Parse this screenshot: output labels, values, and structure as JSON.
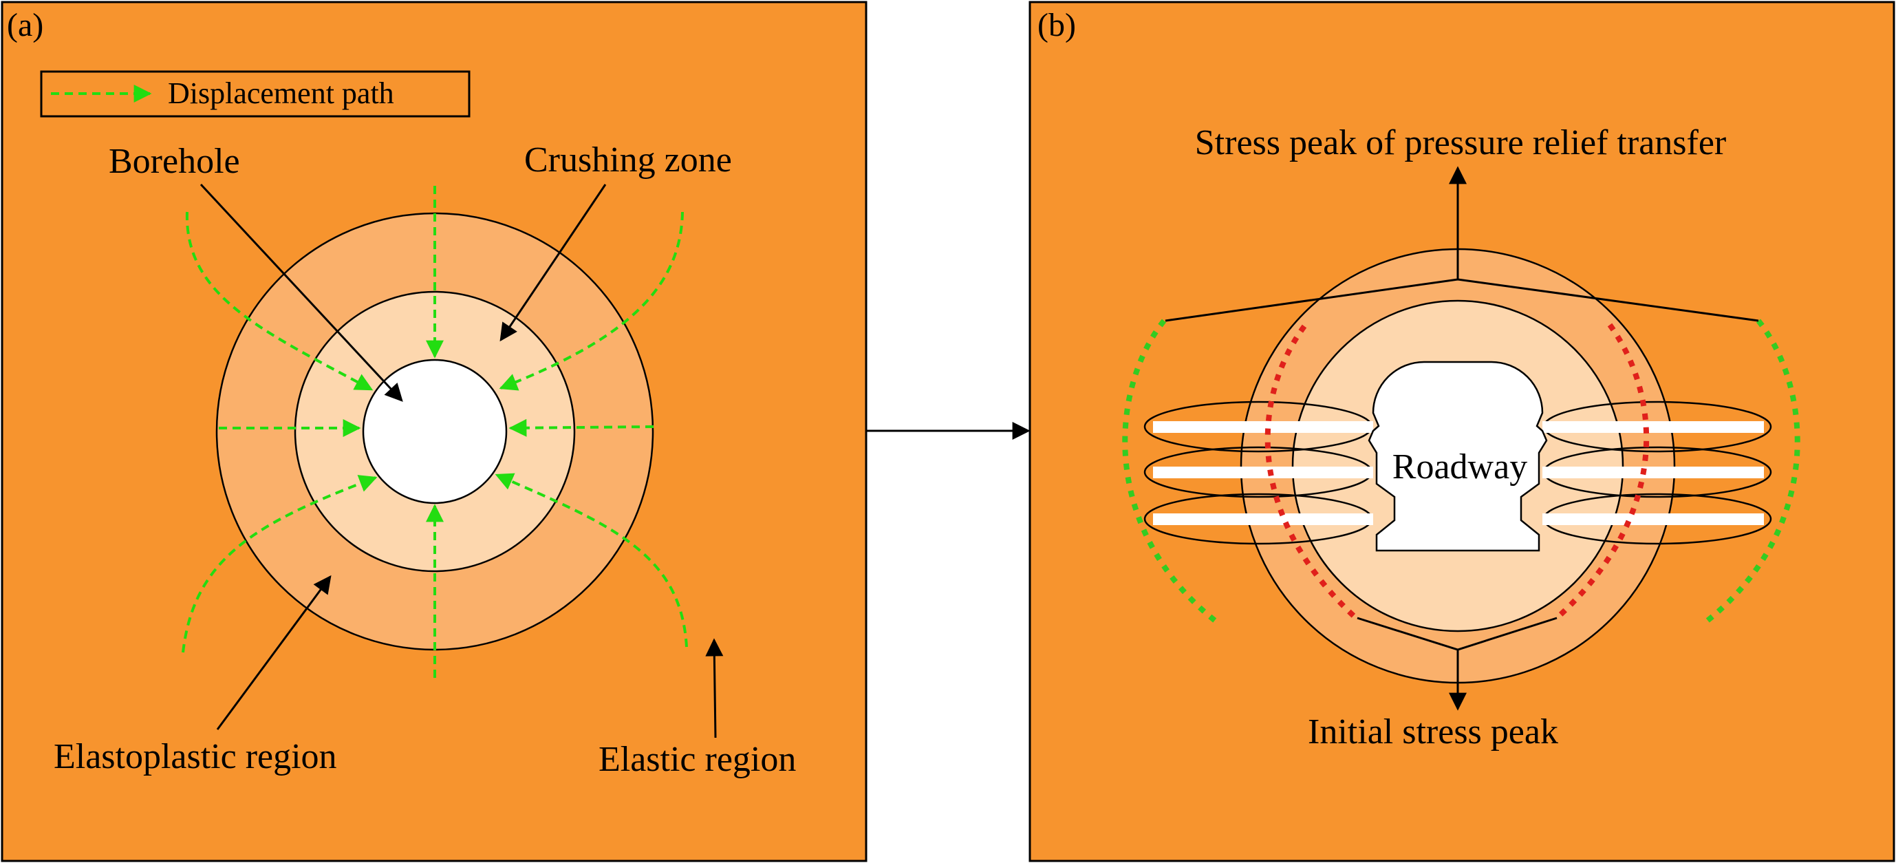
{
  "colors": {
    "background": "#F7942E",
    "elastoplastic": "#FAB06B",
    "crushing": "#FDD7AE",
    "opening": "#FFFFFF",
    "displacement_path": "#22DD11",
    "initial_peak_path": "#E0201B",
    "transfer_peak_path": "#33CC22",
    "line": "#000000"
  },
  "panel_a": {
    "tag": "(a)",
    "legend": {
      "label": "Displacement path",
      "icon": "dashed-green-arrow"
    },
    "labels": {
      "borehole": "Borehole",
      "crushing_zone": "Crushing zone",
      "elastoplastic_region": "Elastoplastic region",
      "elastic_region": "Elastic region"
    }
  },
  "panel_b": {
    "tag": "(b)",
    "labels": {
      "transfer_peak": "Stress peak of pressure relief transfer",
      "roadway": "Roadway",
      "initial_peak": "Initial stress peak"
    }
  },
  "connector": {
    "icon": "right-arrow-icon"
  }
}
